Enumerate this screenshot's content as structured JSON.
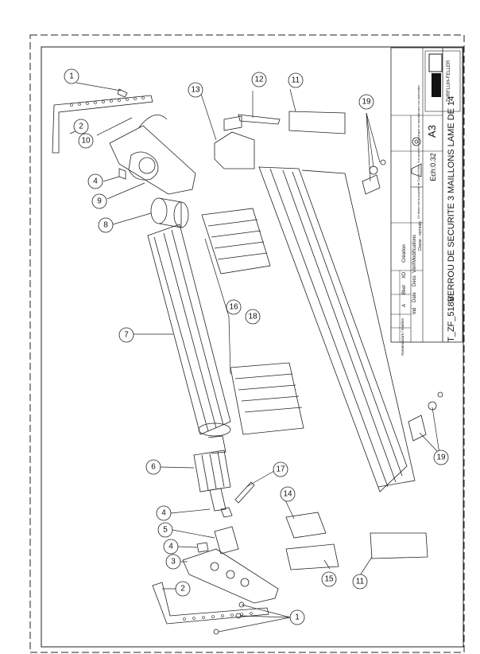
{
  "title_block": {
    "title": "VERROU DE SECURITE 3 MAILLONS LAME DE 14",
    "reference": "T_ZF_518B",
    "scale": "Ech:0.32",
    "format": "A3",
    "brand": "ZURFLUH-FELLER",
    "rev_header": {
      "a": "A",
      "ind": "Ind",
      "bkel": "Bkel",
      "date": "Date",
      "xd": "XD",
      "dess": "Dess",
      "verif": "Vérif",
      "creation": "Création",
      "modifications": "Modifications"
    },
    "nomenclature": "Nomenclature / Matière",
    "normale": "Classe : normale",
    "confidential": "Ce dessin est la propriété de Zurfluh-Feller, il ne peut être communiqué ou reproduit sans son autorisation"
  },
  "balloons": [
    {
      "id": "b-1-top",
      "label": "1"
    },
    {
      "id": "b-2-top",
      "label": "2"
    },
    {
      "id": "b-10",
      "label": "10"
    },
    {
      "id": "b-4-top",
      "label": "4"
    },
    {
      "id": "b-9",
      "label": "9"
    },
    {
      "id": "b-8",
      "label": "8"
    },
    {
      "id": "b-7",
      "label": "7"
    },
    {
      "id": "b-6",
      "label": "6"
    },
    {
      "id": "b-4-mid",
      "label": "4"
    },
    {
      "id": "b-5",
      "label": "5"
    },
    {
      "id": "b-4-low",
      "label": "4"
    },
    {
      "id": "b-3",
      "label": "3"
    },
    {
      "id": "b-2-bot",
      "label": "2"
    },
    {
      "id": "b-1-bot",
      "label": "1"
    },
    {
      "id": "b-13",
      "label": "13"
    },
    {
      "id": "b-12",
      "label": "12"
    },
    {
      "id": "b-11-top",
      "label": "11"
    },
    {
      "id": "b-19-top",
      "label": "19"
    },
    {
      "id": "b-16",
      "label": "16"
    },
    {
      "id": "b-18",
      "label": "18"
    },
    {
      "id": "b-17",
      "label": "17"
    },
    {
      "id": "b-14",
      "label": "14"
    },
    {
      "id": "b-15",
      "label": "15"
    },
    {
      "id": "b-11-bot",
      "label": "11"
    },
    {
      "id": "b-19-bot",
      "label": "19"
    }
  ]
}
